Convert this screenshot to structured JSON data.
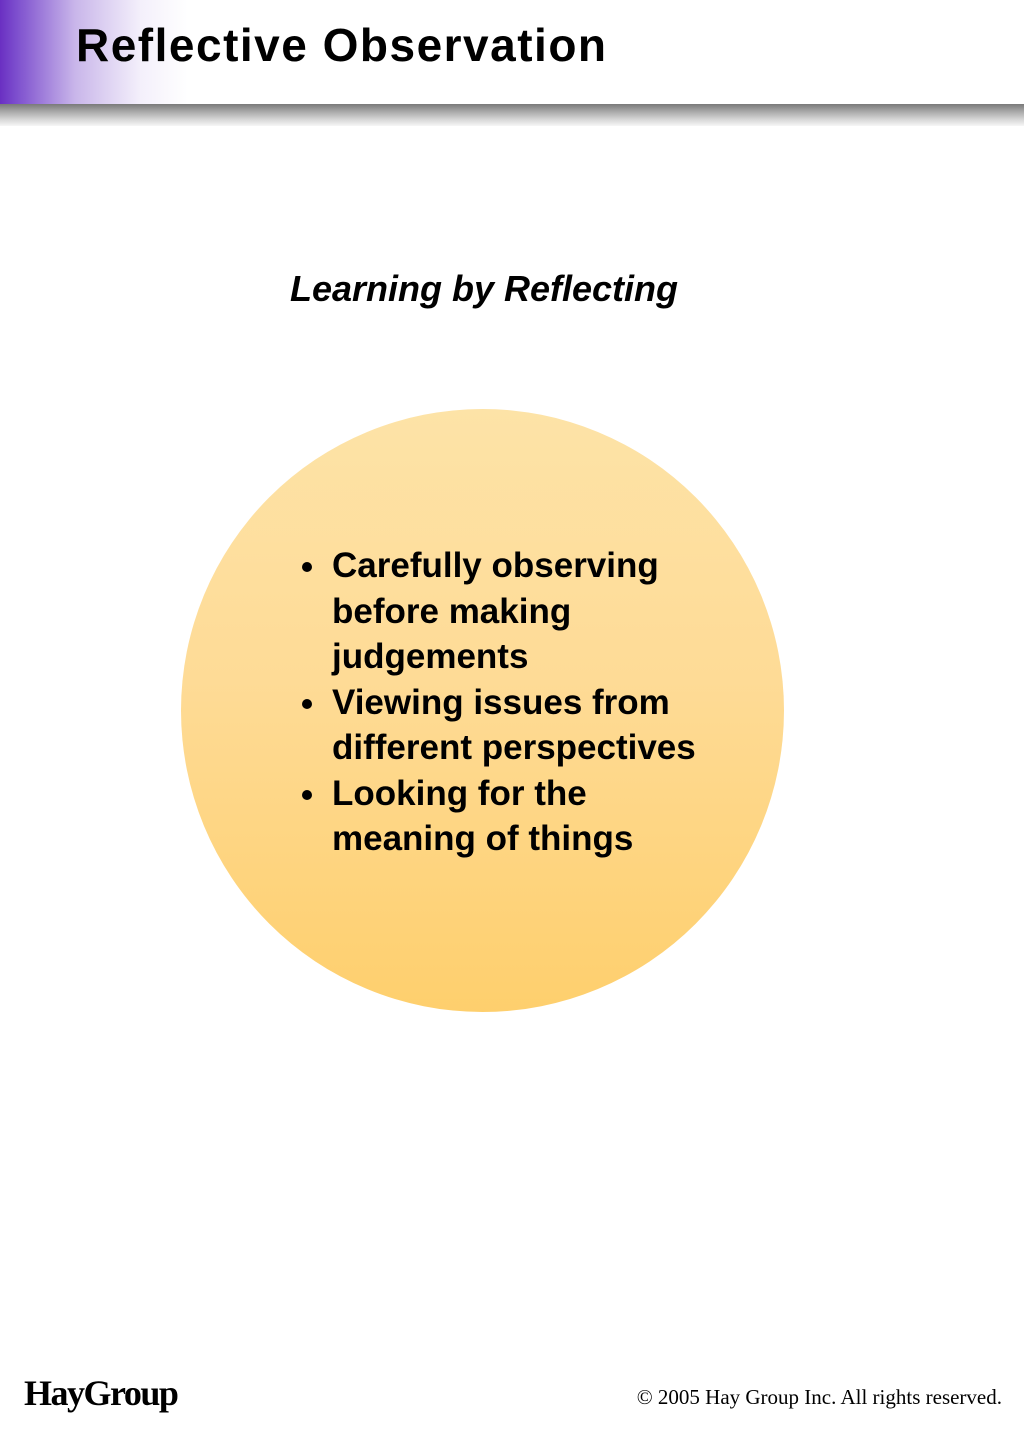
{
  "header": {
    "title": "Reflective Observation"
  },
  "main": {
    "subtitle": "Learning by Reflecting",
    "bullets": [
      "Carefully observing before making judgements",
      "Viewing issues from different perspectives",
      "Looking for the meaning of things"
    ]
  },
  "footer": {
    "logo_text": "HayGroup",
    "copyright": "© 2005 Hay Group Inc. All rights reserved."
  },
  "colors": {
    "accent_purple": "#6a2fc2",
    "circle_top": "#fde3a7",
    "circle_bottom": "#fecf6d"
  }
}
